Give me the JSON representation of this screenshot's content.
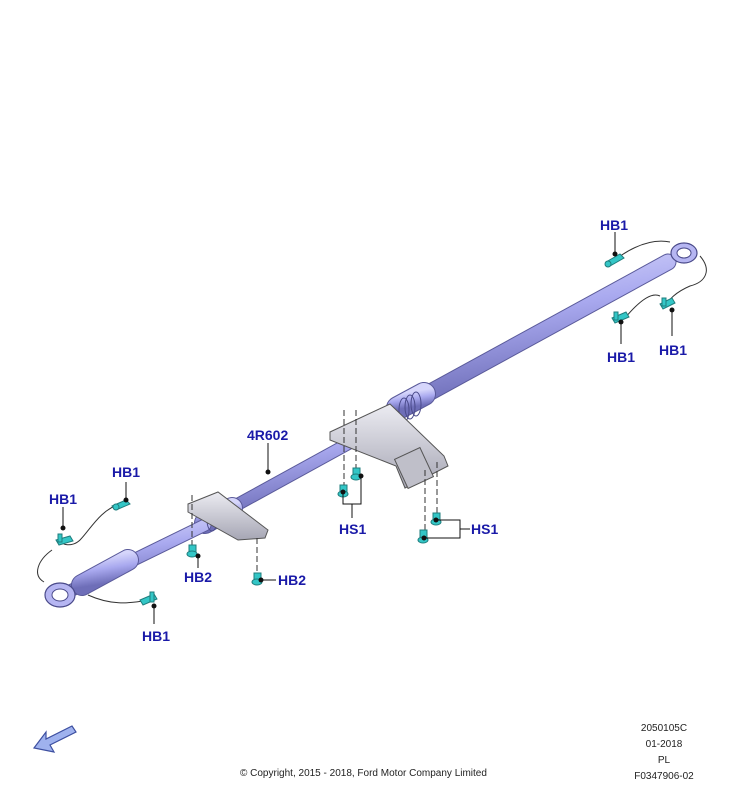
{
  "diagram": {
    "callouts": {
      "hb1_top": "HB1",
      "hb1_right_a": "HB1",
      "hb1_right_b": "HB1",
      "hb1_left_upper": "HB1",
      "hb1_left": "HB1",
      "hb1_bottom": "HB1",
      "shaft": "4R602",
      "hs1_center": "HS1",
      "hs1_right": "HS1",
      "hb2_left": "HB2",
      "hb2_right": "HB2"
    },
    "colors": {
      "shaft": "#a9a9ef",
      "shaft_dark": "#7c7cc8",
      "bracket": "#c8c8d0",
      "fastener": "#33c6c6",
      "callout": "#1a1aa8"
    }
  },
  "footer": {
    "copyright": "© Copyright, 2015 - 2018, Ford Motor Company Limited",
    "code": "2050105C",
    "date": "01-2018",
    "region": "PL",
    "figure_id": "F0347906-02"
  },
  "nav": {
    "icon": "arrow-down-left-icon"
  }
}
